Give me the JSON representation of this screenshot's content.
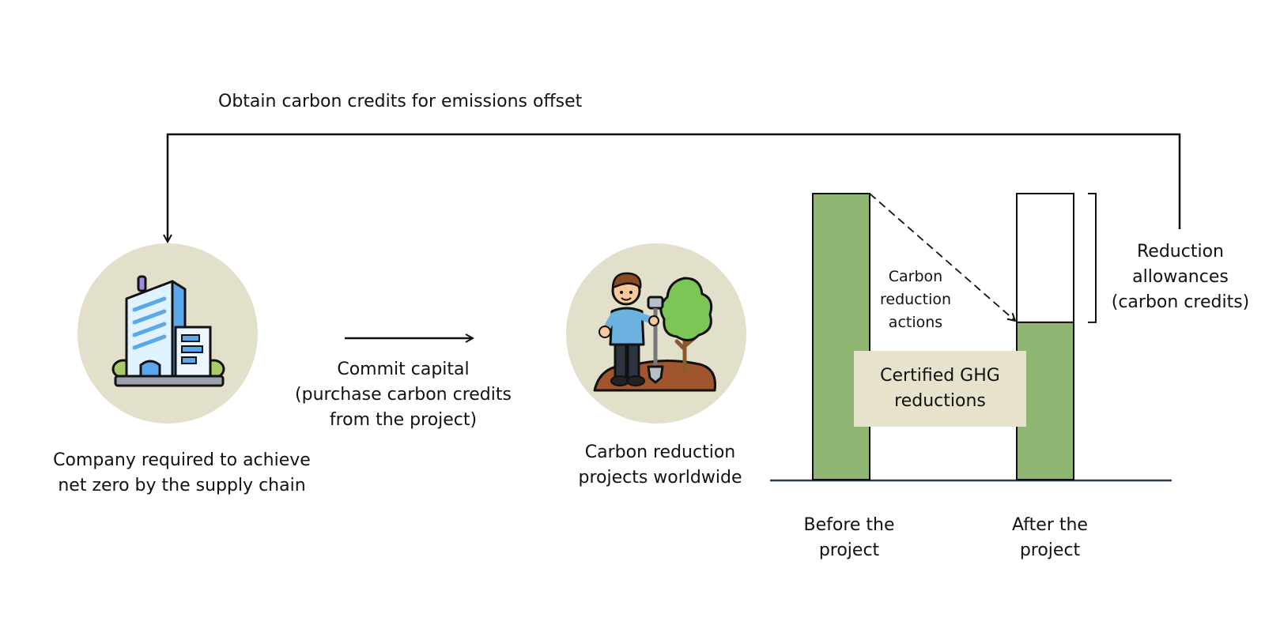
{
  "flow": {
    "feedback_label": "Obtain carbon credits for emissions offset",
    "capital_label": "Commit capital\n(purchase carbon credits\nfrom the project)"
  },
  "company": {
    "label": "Company required to achieve\nnet zero by the supply chain",
    "icon": "office-building-icon"
  },
  "projects": {
    "label": "Carbon reduction\nprojects worldwide",
    "icon": "person-planting-tree-icon"
  },
  "chart": {
    "before_label": "Before the\nproject",
    "after_label": "After the\nproject",
    "actions_label": "Carbon\nreduction\nactions",
    "certified_label": "Certified GHG\nreductions",
    "allowances_label": "Reduction\nallowances\n(carbon credits)",
    "before_level": 1.0,
    "after_level": 0.55
  },
  "colors": {
    "bar_green": "#8fb573",
    "circle_fill": "#e2dfca",
    "certified_box": "#e6e2cc",
    "baseline": "#2c3e50",
    "line": "#111111"
  }
}
